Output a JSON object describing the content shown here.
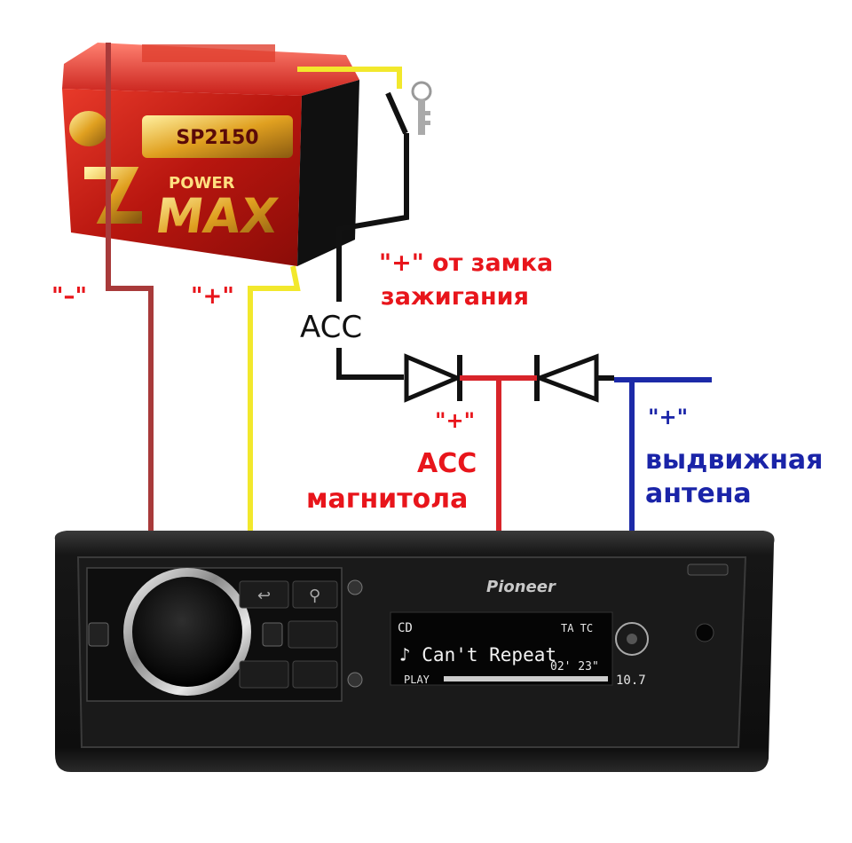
{
  "battery": {
    "model": "SP2150",
    "brand_small": "POWER",
    "brand_big": "MAX"
  },
  "labels": {
    "minus": "\"–\"",
    "plus_yellow": "\"+\"",
    "ignition_line1": "\"+\" от замка",
    "ignition_line2": "зажигания",
    "acc": "ACC",
    "acc_radio_plus": "\"+\"",
    "acc_radio_line1": "ACC",
    "acc_radio_line2": "магнитола",
    "antenna_plus": "\"+\"",
    "antenna_line1": "выдвижная",
    "antenna_line2": "антена"
  },
  "radio": {
    "brand": "Pioneer",
    "display_track": "♪ Can't Repeat",
    "display_time": "02' 23\"",
    "display_play": "PLAY",
    "display_src": "CD",
    "display_freq": "10.7",
    "display_top_right": "TA  TC"
  },
  "colors": {
    "ground_wire": "#a83a3a",
    "battery_plus_wire": "#f2e82c",
    "ignition_wire": "#111111",
    "acc_radio_wire": "#d8242a",
    "antenna_wire": "#1c2aa8",
    "battery_body": "#d92a22"
  }
}
